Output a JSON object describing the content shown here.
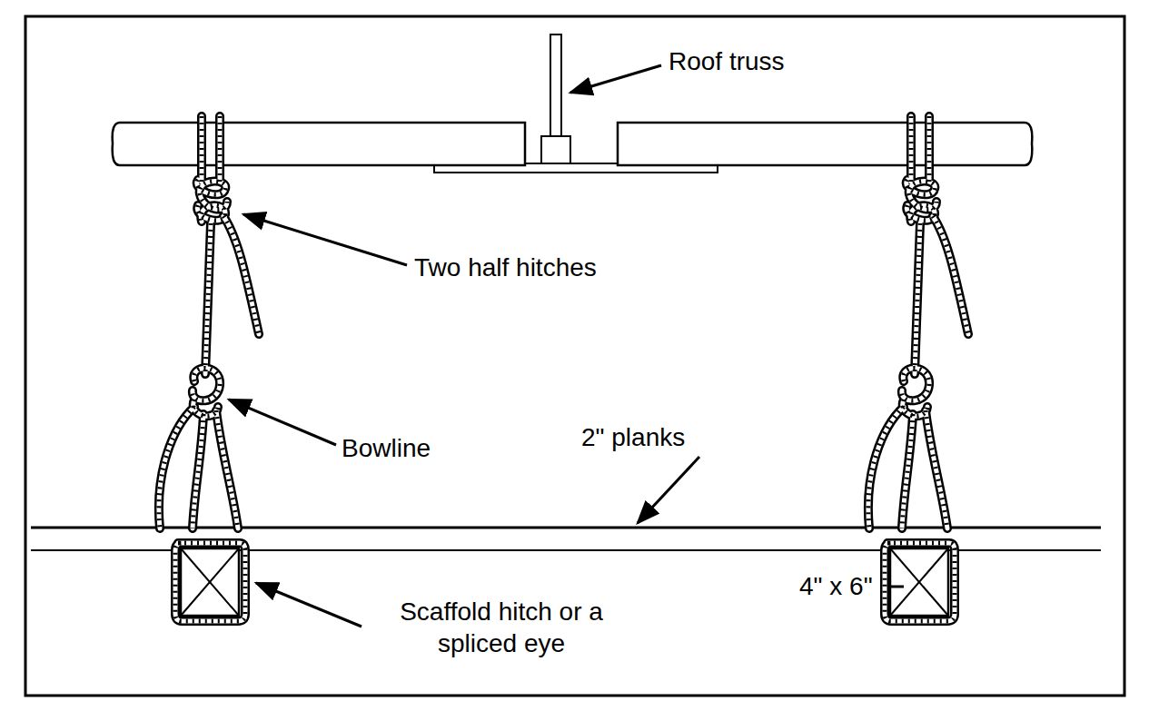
{
  "diagram": {
    "labels": [
      "Roof truss",
      "Two half hitches",
      "Bowline",
      "2\" planks",
      "4\" x 6\"",
      "Scaffold hitch or a spliced eye"
    ]
  }
}
